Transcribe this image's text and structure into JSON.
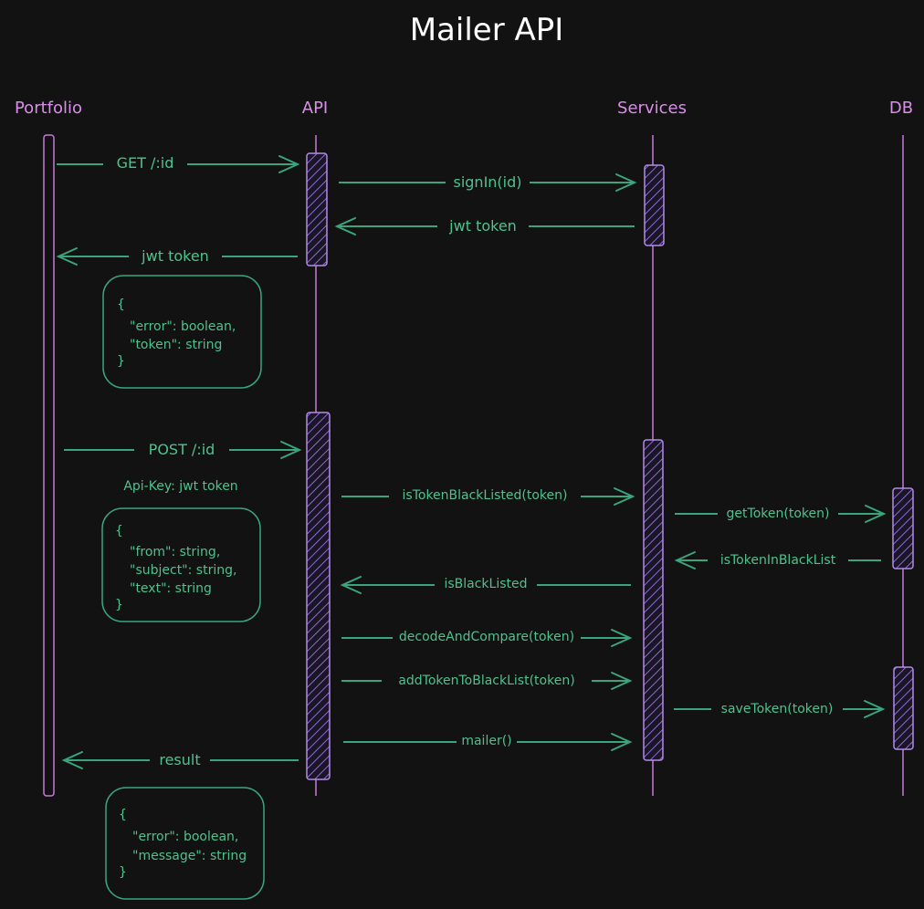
{
  "title": "Mailer API",
  "actors": {
    "portfolio": "Portfolio",
    "api": "API",
    "services": "Services",
    "db": "DB"
  },
  "messages": {
    "get_id": "GET /:id",
    "sign_in": "signIn(id)",
    "jwt_token_services": "jwt token",
    "jwt_token_api": "jwt token",
    "post_id": "POST /:id",
    "api_key": "Api-Key: jwt token",
    "is_token_blacklisted": "isTokenBlackListed(token)",
    "get_token": "getToken(token)",
    "is_token_in_blacklist": "isTokenInBlackList",
    "is_blacklisted": "isBlackListed",
    "decode_and_compare": "decodeAndCompare(token)",
    "add_token_to_blacklist": "addTokenToBlackList(token)",
    "save_token": "saveToken(token)",
    "mailer": "mailer()",
    "result": "result"
  },
  "notes": {
    "token_response": [
      "{",
      "\"error\": boolean,",
      "\"token\": string",
      "}"
    ],
    "mail_request": [
      "{",
      "\"from\": string,",
      "\"subject\": string,",
      "\"text\": string",
      "}"
    ],
    "result_response": [
      "{",
      "\"error\": boolean,",
      "\"message\": string",
      "}"
    ]
  },
  "colors": {
    "background": "#121212",
    "actor": "#d98ee8",
    "lifeline": "#c87ad8",
    "activation": "#b18ae8",
    "message": "#4fc18f",
    "title": "#ffffff"
  }
}
